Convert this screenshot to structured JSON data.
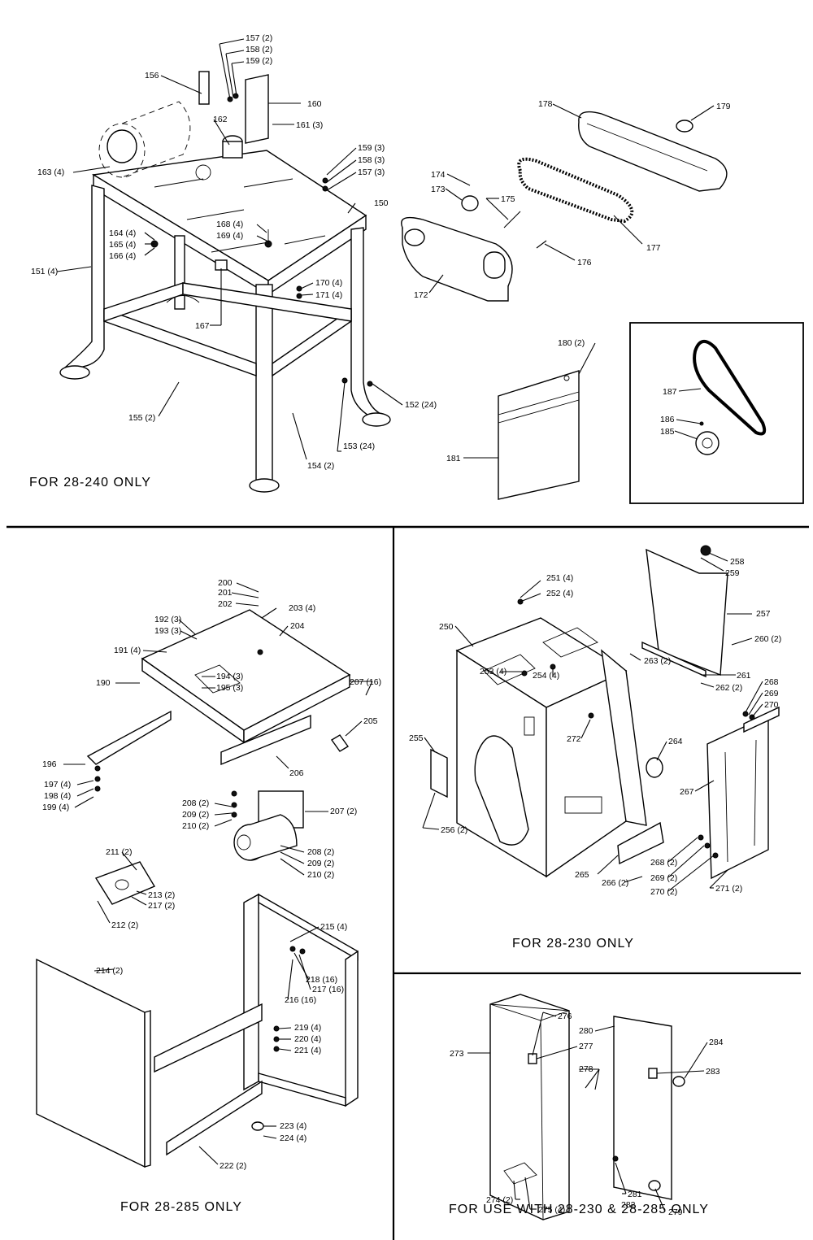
{
  "captions": {
    "p240": "FOR 28-240 ONLY",
    "p285": "FOR 28-285 ONLY",
    "p230": "FOR 28-230 ONLY",
    "pboth": "FOR USE WITH 28-230 & 28-285 ONLY"
  },
  "labels": {
    "l150": "150",
    "l151": "151 (4)",
    "l152": "152 (24)",
    "l153": "153 (24)",
    "l154": "154 (2)",
    "l155": "155 (2)",
    "l156": "156",
    "l157a": "157 (2)",
    "l158a": "158 (2)",
    "l159a": "159 (2)",
    "l160": "160",
    "l161": "161 (3)",
    "l162": "162",
    "l163": "163 (4)",
    "l159b": "159 (3)",
    "l158b": "158 (3)",
    "l157b": "157 (3)",
    "l164": "164 (4)",
    "l165": "165 (4)",
    "l166": "166 (4)",
    "l167": "167",
    "l168": "168 (4)",
    "l169": "169 (4)",
    "l170": "170 (4)",
    "l171": "171 (4)",
    "l172": "172",
    "l173": "173",
    "l174": "174",
    "l175": "175",
    "l176": "176",
    "l177": "177",
    "l178": "178",
    "l179": "179",
    "l180": "180 (2)",
    "l181": "181",
    "l185": "185",
    "l186": "186",
    "l187": "187",
    "l190": "190",
    "l191": "191 (4)",
    "l192": "192 (3)",
    "l193": "193 (3)",
    "l194": "194 (3)",
    "l195": "195 (3)",
    "l196": "196",
    "l197": "197 (4)",
    "l198": "198 (4)",
    "l199": "199 (4)",
    "l200": "200",
    "l201": "201",
    "l202": "202",
    "l203": "203 (4)",
    "l204": "204",
    "l205": "205",
    "l206": "206",
    "l207a": "207 (16)",
    "l207b": "207 (2)",
    "l208a": "208 (2)",
    "l209a": "209 (2)",
    "l210a": "210 (2)",
    "l208b": "208 (2)",
    "l209b": "209 (2)",
    "l210b": "210 (2)",
    "l211": "211 (2)",
    "l212": "212 (2)",
    "l213": "213 (2)",
    "l217a": "217 (2)",
    "l214": "214 (2)",
    "l215": "215 (4)",
    "l216": "216 (16)",
    "l217b": "217 (16)",
    "l218": "218 (16)",
    "l219": "219 (4)",
    "l220": "220 (4)",
    "l221": "221 (4)",
    "l222": "222 (2)",
    "l223": "223 (4)",
    "l224": "224 (4)",
    "l250": "250",
    "l251": "251 (4)",
    "l252": "252 (4)",
    "l253": "253 (4)",
    "l254": "254 (4)",
    "l255": "255",
    "l256": "256 (2)",
    "l257": "257",
    "l258": "258",
    "l259": "259",
    "l260": "260 (2)",
    "l261": "261",
    "l262": "262 (2)",
    "l263": "263 (2)",
    "l264": "264",
    "l265": "265",
    "l266": "266 (2)",
    "l267": "267",
    "l268a": "268",
    "l269a": "269",
    "l270a": "270",
    "l268b": "268 (2)",
    "l269b": "269 (2)",
    "l270b": "270 (2)",
    "l271": "271 (2)",
    "l272": "272",
    "l273": "273",
    "l274": "274 (2)",
    "l275": "275 (4)",
    "l276": "276",
    "l277": "277",
    "l278": "278",
    "l279": "279",
    "l280": "280",
    "l281": "281",
    "l282": "282",
    "l283": "283",
    "l284": "284"
  }
}
